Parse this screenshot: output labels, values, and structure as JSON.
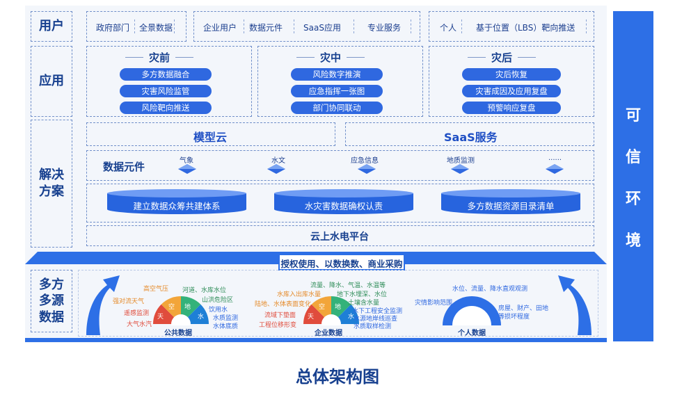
{
  "layers": {
    "user": "用户",
    "app": "应用",
    "solution": "解决\n方案",
    "data": "多方\n多源\n数据"
  },
  "user_row": {
    "gov": "政府部门",
    "panorama": "全景数据",
    "enterprise": "企业用户",
    "data_element": "数据元件",
    "saas_app": "SaaS应用",
    "pro_service": "专业服务",
    "personal": "个人",
    "lbs": "基于位置（LBS）靶向推送"
  },
  "phases": [
    {
      "title": "灾前",
      "items": [
        "多方数据融合",
        "灾害风险监管",
        "风险靶向推送"
      ]
    },
    {
      "title": "灾中",
      "items": [
        "风险数字推演",
        "应急指挥一张图",
        "部门协同联动"
      ]
    },
    {
      "title": "灾后",
      "items": [
        "灾后恢复",
        "灾害成因及应用复盘",
        "预警响应复盘"
      ]
    }
  ],
  "solution": {
    "model_cloud": "模型云",
    "saas_service": "SaaS服务",
    "data_elements_label": "数据元件",
    "elements": [
      "气象",
      "水文",
      "应急信息",
      "地质监测",
      "......"
    ],
    "cylinders": [
      "建立数据众筹共建体系",
      "水灾害数据确权认责",
      "多方数据资源目录清单"
    ],
    "platform": "云上水电平台"
  },
  "banner": "授权使用、以数换数、商业采购",
  "public_data": {
    "title": "公共数据",
    "segments": [
      "天",
      "空",
      "地",
      "水"
    ],
    "left_labels": [
      "高空气压",
      "强对流天气",
      "遥感监测",
      "大气水汽"
    ],
    "right_labels": [
      "河道、水库水位",
      "山洪危险区",
      "饮用水",
      "水质监测",
      "水体底质"
    ]
  },
  "enterprise_data": {
    "title": "企业数据",
    "segments": [
      "天",
      "空",
      "地",
      "水"
    ],
    "top_label": "流量、降水、气温、水温等",
    "left_labels": [
      "水库入出库水量",
      "陆地、水体表面变化",
      "流域下垫面",
      "工程位移形变"
    ],
    "right_labels": [
      "地下水埋深、水位",
      "土壤含水量",
      "水下工程安全监测",
      "水源地岸线巡查",
      "水质取样检测"
    ]
  },
  "personal_data": {
    "title": "个人数据",
    "labels": [
      "水位、流量、降水直观观测",
      "灾情影响范围",
      "房屋、财产、田地",
      "等损坏程度"
    ]
  },
  "trusted_env": [
    "可",
    "信",
    "环",
    "境"
  ],
  "caption": "总体架构图",
  "colors": {
    "accent": "#2d6fe6",
    "navy": "#17408f",
    "sky": "#e04c3c",
    "air": "#f2a53a",
    "land": "#34b27a",
    "water": "#1e7fd6"
  }
}
